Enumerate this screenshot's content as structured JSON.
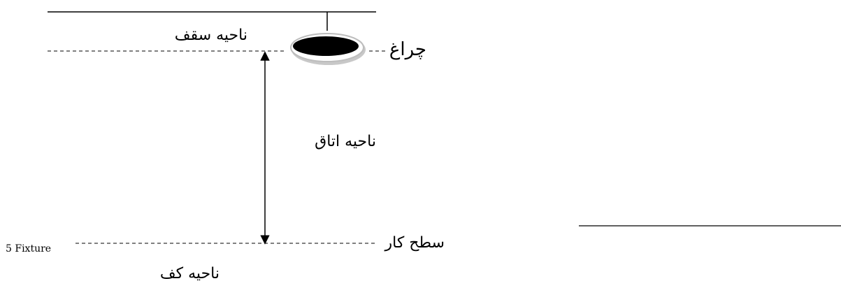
{
  "labels": {
    "ceiling_zone": "ناحیه سقف",
    "lamp": "چراغ",
    "room_zone": "ناحیه اتاق",
    "work_surface": "سطح کار",
    "floor_zone": "ناحیه کف",
    "caption": "5  Fixture"
  },
  "colors": {
    "line": "#000000",
    "lamp_body": "#000000",
    "lamp_shade": "#d9d9d9"
  }
}
